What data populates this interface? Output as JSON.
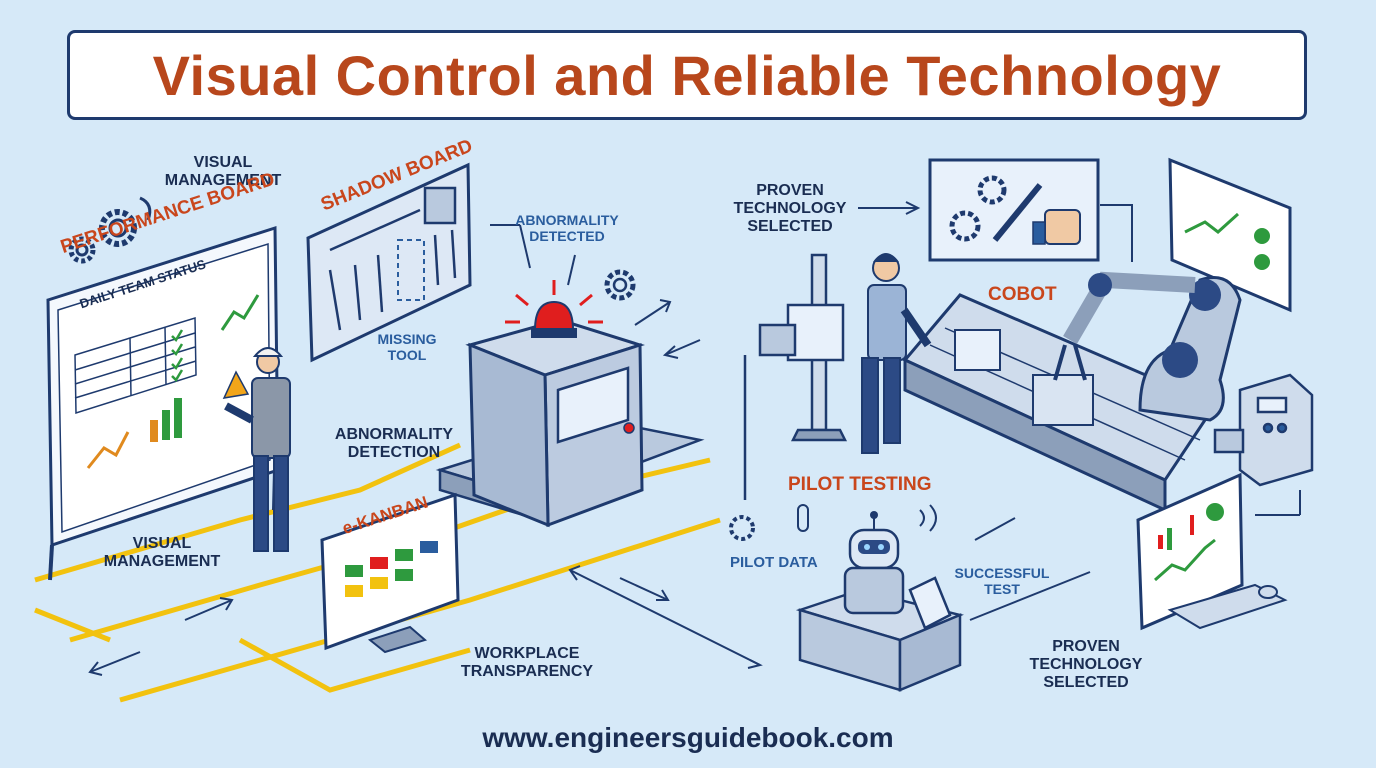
{
  "title": "Visual Control and Reliable Technology",
  "labels": {
    "visual_management_top": [
      "VISUAL",
      "MANAGEMENT"
    ],
    "performance_board": "PERFORMANCE BOARD",
    "daily_team_status": "DAILY TEAM STATUS",
    "shadow_board": "SHADOW BOARD",
    "missing_tool": [
      "MISSING",
      "TOOL"
    ],
    "abnormality_detected": [
      "ABNORMALITY",
      "DETECTED"
    ],
    "abnormality_detection": [
      "ABNORMALITY",
      "DETECTION"
    ],
    "visual_management_bottom": [
      "VISUAL",
      "MANAGEMENT"
    ],
    "ekanban": "e-KANBAN",
    "workplace_transparency": [
      "WORKPLACE",
      "TRANSPARENCY"
    ],
    "proven_technology_top": [
      "PROVEN",
      "TECHNOLOGY",
      "SELECTED"
    ],
    "cobot": "COBOT",
    "pilot_testing": "PILOT TESTING",
    "pilot_data": "PILOT DATA",
    "successful_test": [
      "SUCCESSFUL",
      "TEST"
    ],
    "proven_technology_bottom": [
      "PROVEN",
      "TECHNOLOGY",
      "SELECTED"
    ]
  },
  "footer": "www.engineersguidebook.com",
  "colors": {
    "background": "#d6e9f8",
    "title_text": "#b8471c",
    "outline": "#1e3a6e",
    "floor_line": "#f2c20f",
    "alarm": "#e01e1e",
    "check": "#2e9a3e"
  }
}
